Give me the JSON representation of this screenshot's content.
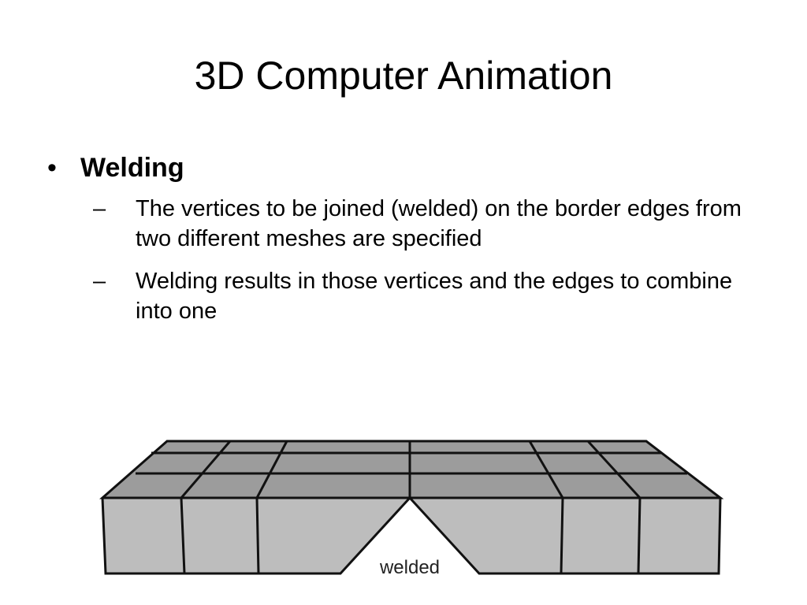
{
  "slide": {
    "title": "3D Computer Animation",
    "bullet": {
      "marker": "•",
      "label": "Welding"
    },
    "sub_marker": "–",
    "sub_bullets": [
      "The vertices to be joined (welded) on the border edges from two different meshes are specified",
      "Welding results in those vertices and the edges to combine into one"
    ]
  },
  "figure": {
    "label": "welded",
    "colors": {
      "top": "#9c9c9c",
      "front": "#bdbdbd",
      "stroke": "#111111"
    }
  }
}
